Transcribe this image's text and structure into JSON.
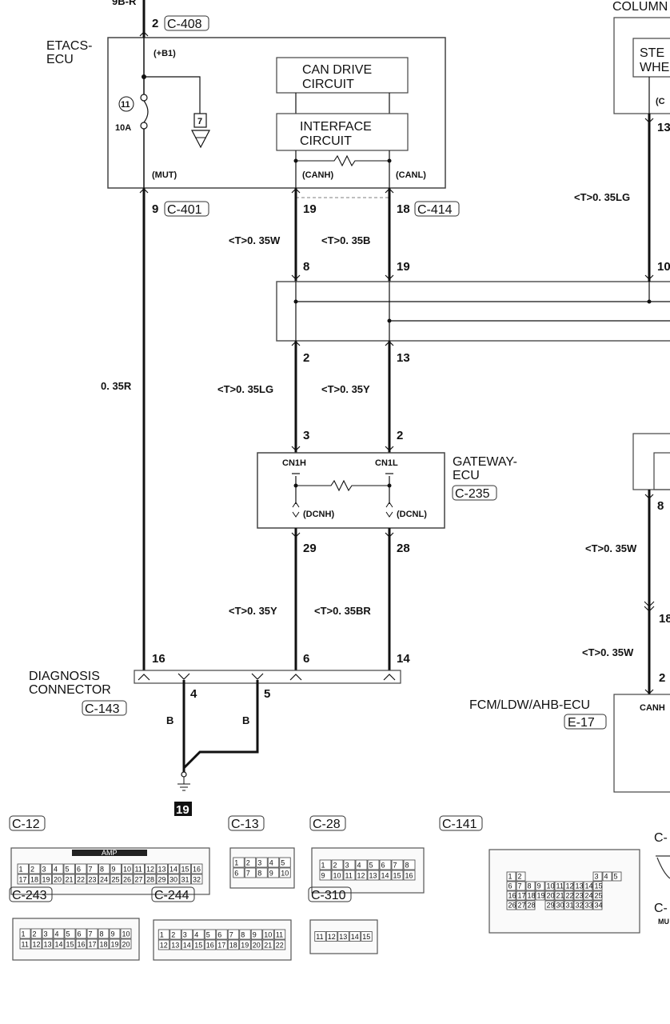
{
  "components": {
    "etacs": {
      "name": [
        "ETACS-",
        "ECU"
      ],
      "fuse_no": "11",
      "fuse_rating": "10A",
      "ground_ref": "7"
    },
    "gateway": {
      "name": [
        "GATEWAY-",
        "ECU"
      ],
      "connector": "C-235"
    },
    "diagnosis": {
      "name": [
        "DIAGNOSIS",
        "CONNECTOR"
      ],
      "connector": "C-143"
    },
    "fcm": {
      "name": "FCM/LDW/AHB-ECU",
      "connector": "E-17",
      "terminal": "CANH"
    },
    "column": {
      "name": "COLUMN"
    },
    "steering": {
      "name": [
        "STE",
        "WHE"
      ]
    },
    "can_drive": [
      "CAN DRIVE",
      "CIRCUIT"
    ],
    "interface": [
      "INTERFACE",
      "CIRCUIT"
    ],
    "ground_number": "19"
  },
  "connectors": {
    "c408": "C-408",
    "c401": "C-401",
    "c414": "C-414"
  },
  "terminals": {
    "b1": "(+B1)",
    "mut": "(MUT)",
    "canh": "(CANH)",
    "canl": "(CANL)",
    "cn1h": "CN1H",
    "cn1l": "CN1L",
    "dcnh": "(DCNH)",
    "dcnl": "(DCNL)",
    "col_partial": "(C"
  },
  "pins": {
    "p2_top": "2",
    "p9": "9",
    "p19a": "19",
    "p18": "18",
    "p8": "8",
    "p19b": "19",
    "p2": "2",
    "p13": "13",
    "p3": "3",
    "p2b": "2",
    "p29": "29",
    "p28": "28",
    "p16": "16",
    "p6": "6",
    "p14": "14",
    "p4": "4",
    "p5": "5",
    "r13": "13",
    "r10": "10",
    "r8": "8",
    "r18": "18",
    "r2": "2"
  },
  "wires": {
    "top": "9B-R",
    "w035r": "0. 35R",
    "w035w_a": "<T>0. 35W",
    "w035b": "<T>0. 35B",
    "w035lg": "<T>0. 35LG",
    "w035y_a": "<T>0. 35Y",
    "w035y_b": "<T>0. 35Y",
    "w035br": "<T>0. 35BR",
    "b_left": "B",
    "b_right": "B",
    "r035lg": "<T>0. 35LG",
    "r035w_a": "<T>0. 35W",
    "r035w_b": "<T>0. 35W"
  },
  "connector_views": [
    {
      "id": "C-12",
      "sub": "AMP",
      "rows": [
        [
          "1",
          "2",
          "3",
          "4",
          "5",
          "6",
          "7",
          "8",
          "9",
          "10",
          "11",
          "12",
          "13",
          "14",
          "15",
          "16"
        ],
        [
          "17",
          "18",
          "19",
          "20",
          "21",
          "22",
          "23",
          "24",
          "25",
          "26",
          "27",
          "28",
          "29",
          "30",
          "31",
          "32"
        ]
      ]
    },
    {
      "id": "C-13",
      "rows": [
        [
          "1",
          "2",
          "3",
          "4",
          "5"
        ],
        [
          "6",
          "7",
          "8",
          "9",
          "10"
        ]
      ]
    },
    {
      "id": "C-28",
      "rows": [
        [
          "1",
          "2",
          "3",
          "4",
          "5",
          "6",
          "7",
          "8"
        ],
        [
          "9",
          "10",
          "11",
          "12",
          "13",
          "14",
          "15",
          "16"
        ]
      ]
    },
    {
      "id": "C-141",
      "rows": [
        [
          "1",
          "2",
          "",
          "",
          "",
          "",
          "",
          "",
          "",
          "3",
          "4",
          "5"
        ],
        [
          "6",
          "7",
          "8",
          "9",
          "10",
          "11",
          "12",
          "13",
          "14",
          "15"
        ],
        [
          "16",
          "17",
          "18",
          "19",
          "20",
          "21",
          "22",
          "23",
          "24",
          "25"
        ],
        [
          "26",
          "27",
          "28",
          "",
          "29",
          "30",
          "31",
          "32",
          "33",
          "34"
        ]
      ]
    },
    {
      "id": "C-243",
      "rows": [
        [
          "1",
          "2",
          "3",
          "4",
          "5",
          "6",
          "7",
          "8",
          "9",
          "10"
        ],
        [
          "11",
          "12",
          "13",
          "14",
          "15",
          "16",
          "17",
          "18",
          "19",
          "20"
        ]
      ]
    },
    {
      "id": "C-244",
      "rows": [
        [
          "1",
          "2",
          "3",
          "4",
          "5",
          "6",
          "7",
          "8",
          "9",
          "10",
          "11"
        ],
        [
          "12",
          "13",
          "14",
          "15",
          "16",
          "17",
          "18",
          "19",
          "20",
          "21",
          "22"
        ]
      ]
    },
    {
      "id": "C-310",
      "rows": [
        [
          "11",
          "12",
          "13",
          "14",
          "15"
        ]
      ]
    }
  ],
  "right_partial": {
    "c_top": "C-",
    "c_bottom": "C-",
    "mu": "MU"
  }
}
